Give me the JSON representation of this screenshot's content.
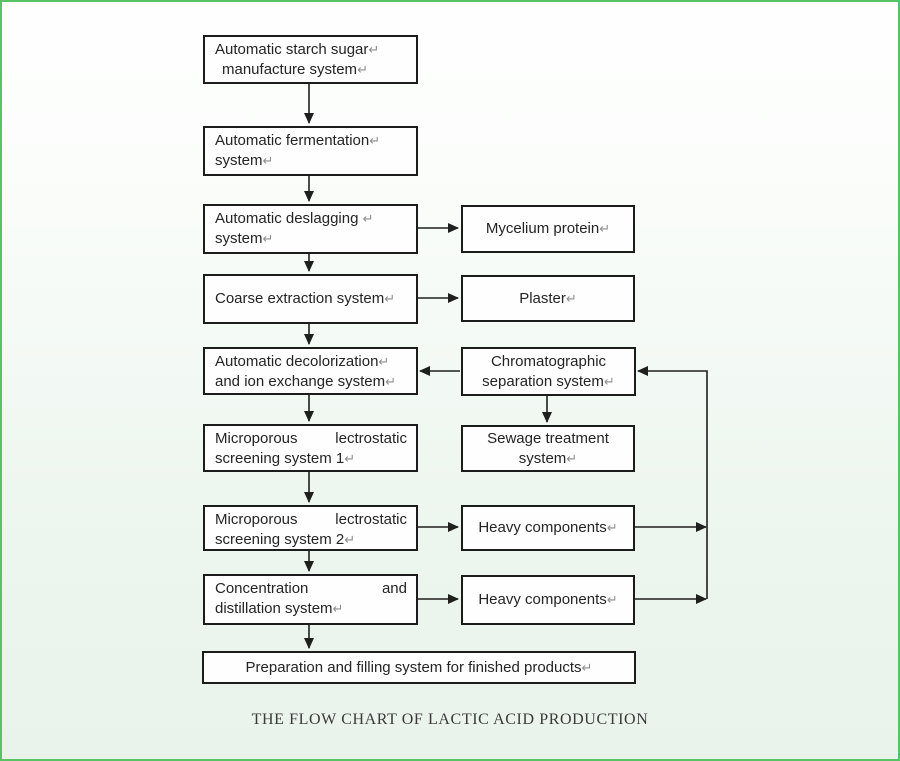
{
  "caption": "THE FLOW CHART OF LACTIC ACID PRODUCTION",
  "colors": {
    "frame_border": "#58c364",
    "box_border": "#1c1c1c",
    "arrow": "#1f1f1f",
    "text": "#242424",
    "return_mark": "#8e8e8e"
  },
  "nodes": {
    "starch": {
      "l1": "Automatic starch sugar↵",
      "l2": "manufacture system↵"
    },
    "fermentation": {
      "l1": "Automatic fermentation↵",
      "l2": "system↵"
    },
    "deslagging": {
      "l1": "Automatic deslagging ↵",
      "l2": "system↵"
    },
    "coarse": {
      "l1": "Coarse extraction system↵"
    },
    "decolorization": {
      "l1": "Automatic decolorization↵",
      "l2": "and ion exchange system↵"
    },
    "micro1": {
      "l1a": "Microporous",
      "l1b": "lectrostatic",
      "l2": "screening system 1↵"
    },
    "micro2": {
      "l1a": "Microporous",
      "l1b": "lectrostatic",
      "l2": "screening system 2↵"
    },
    "concentration": {
      "l1a": "Concentration",
      "l1b": "and",
      "l2": "distillation system↵"
    },
    "mycelium": {
      "l1": "Mycelium protein↵"
    },
    "plaster": {
      "l1": "Plaster↵"
    },
    "chromatographic": {
      "l1": "Chromatographic",
      "l2": "separation system↵"
    },
    "sewage": {
      "l1": "Sewage treatment",
      "l2": "system↵"
    },
    "heavy1": {
      "l1": "Heavy components↵"
    },
    "heavy2": {
      "l1": "Heavy components↵"
    },
    "preparation": {
      "l1": "Preparation and filling system for finished products↵"
    }
  }
}
